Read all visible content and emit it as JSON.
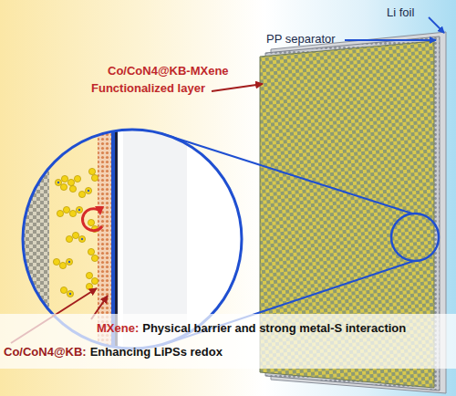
{
  "diagram": {
    "nodes": [
      {
        "text": [
          "MXene:",
          "Physical barrier and strong metal-S interaction",
          "Co/CoN4@KB:",
          "Enhancing LiPSs redox"
        ]
      }
    ],
    "labels": [
      "Li foil",
      "PP separator",
      "Co/CoN4@KB-MXene",
      "Functionalized layer"
    ]
  }
}
